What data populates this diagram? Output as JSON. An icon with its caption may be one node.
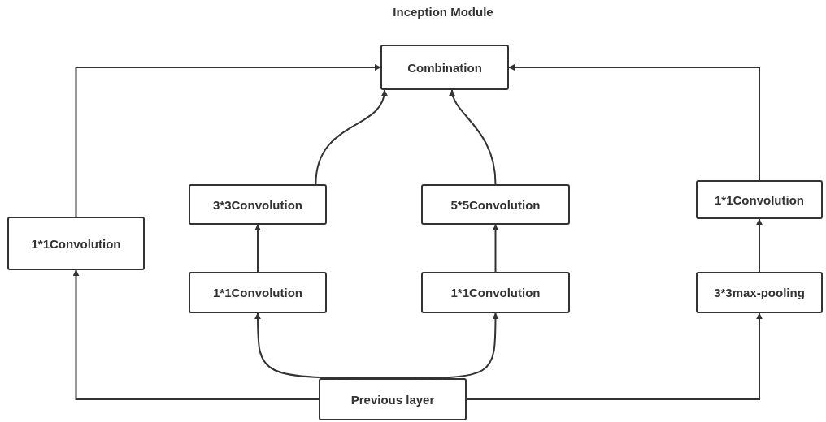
{
  "diagram": {
    "title": "Inception Module",
    "nodes": [
      {
        "text": [
          "Combination"
        ]
      },
      {
        "text": [
          "1*1Convolution"
        ]
      },
      {
        "text": [
          "3*3Convolution"
        ]
      },
      {
        "text": [
          "5*5Convolution"
        ]
      },
      {
        "text": [
          "1*1Convolution"
        ]
      },
      {
        "text": [
          "1*1Convolution"
        ]
      },
      {
        "text": [
          "1*1Convolution"
        ]
      },
      {
        "text": [
          "3*3max-pooling"
        ]
      },
      {
        "text": [
          "Previous layer"
        ]
      }
    ],
    "edges": [
      {
        "from": 8,
        "to": 1,
        "arrow": "to"
      },
      {
        "from": 8,
        "to": 5,
        "arrow": "to"
      },
      {
        "from": 8,
        "to": 6,
        "arrow": "to"
      },
      {
        "from": 8,
        "to": 7,
        "arrow": "to"
      },
      {
        "from": 5,
        "to": 2,
        "arrow": "to"
      },
      {
        "from": 6,
        "to": 3,
        "arrow": "to"
      },
      {
        "from": 7,
        "to": 4,
        "arrow": "to"
      },
      {
        "from": 1,
        "to": 0,
        "arrow": "to"
      },
      {
        "from": 2,
        "to": 0,
        "arrow": "to"
      },
      {
        "from": 3,
        "to": 0,
        "arrow": "to"
      },
      {
        "from": 4,
        "to": 0,
        "arrow": "to"
      }
    ]
  }
}
